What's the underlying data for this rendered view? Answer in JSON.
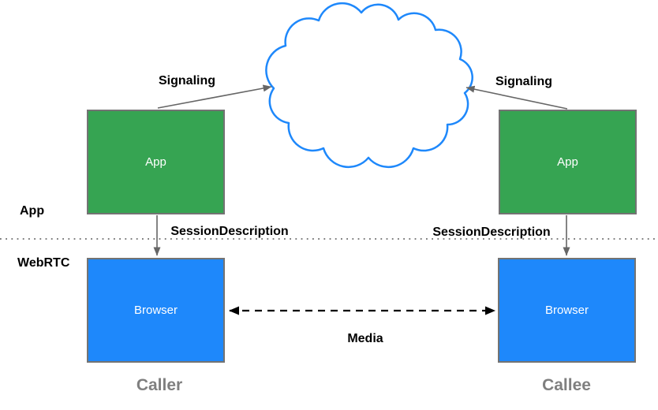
{
  "nodes": {
    "app_left": "App",
    "app_right": "App",
    "browser_left": "Browser",
    "browser_right": "Browser"
  },
  "labels": {
    "signaling_left": "Signaling",
    "signaling_right": "Signaling",
    "session_description_left": "SessionDescription",
    "session_description_right": "SessionDescription",
    "media": "Media",
    "layer_app": "App",
    "layer_webrtc": "WebRTC",
    "caller": "Caller",
    "callee": "Callee"
  },
  "colors": {
    "app_box": "#36a452",
    "browser_box": "#1e88fb",
    "cloud_stroke": "#1e88fb",
    "arrow": "#666666",
    "media": "#000000",
    "separator": "#6b6b6b",
    "box_border": "#737373",
    "box_text": "#ffffff",
    "label_text": "#000000",
    "endpoint_text": "#7f7f7f"
  }
}
